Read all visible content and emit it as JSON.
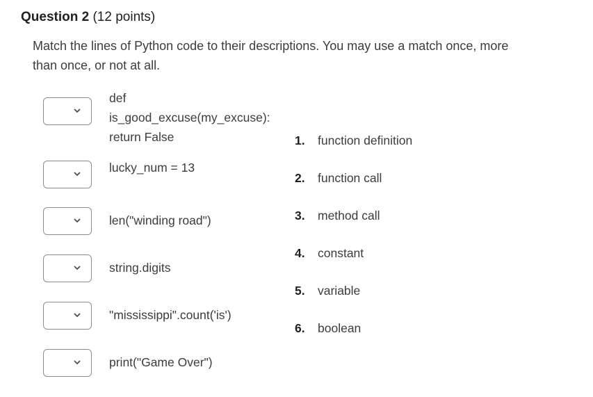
{
  "question": {
    "title": "Question 2",
    "points": "(12 points)",
    "prompt": "Match the lines of Python code to their descriptions. You may use a match once, more than once, or not at all."
  },
  "items": [
    {
      "lines": [
        "def",
        "is_good_excuse(my_excuse):",
        "return False"
      ],
      "selected": ""
    },
    {
      "lines": [
        "lucky_num = 13"
      ],
      "selected": ""
    },
    {
      "lines": [
        "len(\"winding road\")"
      ],
      "selected": ""
    },
    {
      "lines": [
        "string.digits"
      ],
      "selected": ""
    },
    {
      "lines": [
        "\"mississippi\".count('is')"
      ],
      "selected": ""
    },
    {
      "lines": [
        "print(\"Game Over\")"
      ],
      "selected": ""
    }
  ],
  "choices": [
    {
      "num": "1.",
      "label": "function definition"
    },
    {
      "num": "2.",
      "label": "function call"
    },
    {
      "num": "3.",
      "label": "method call"
    },
    {
      "num": "4.",
      "label": "constant"
    },
    {
      "num": "5.",
      "label": "variable"
    },
    {
      "num": "6.",
      "label": "boolean"
    }
  ]
}
